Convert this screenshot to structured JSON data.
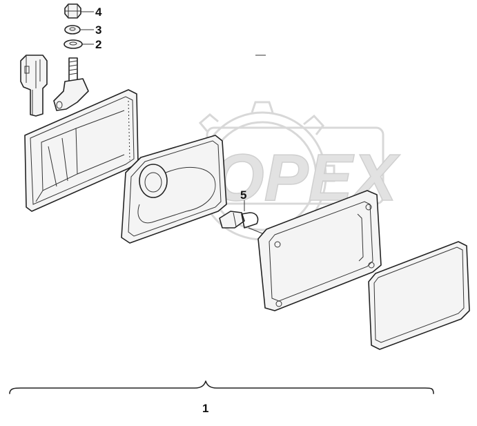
{
  "diagram": {
    "callouts": [
      "1",
      "2",
      "3",
      "4",
      "5"
    ],
    "watermark": "OPEX"
  }
}
